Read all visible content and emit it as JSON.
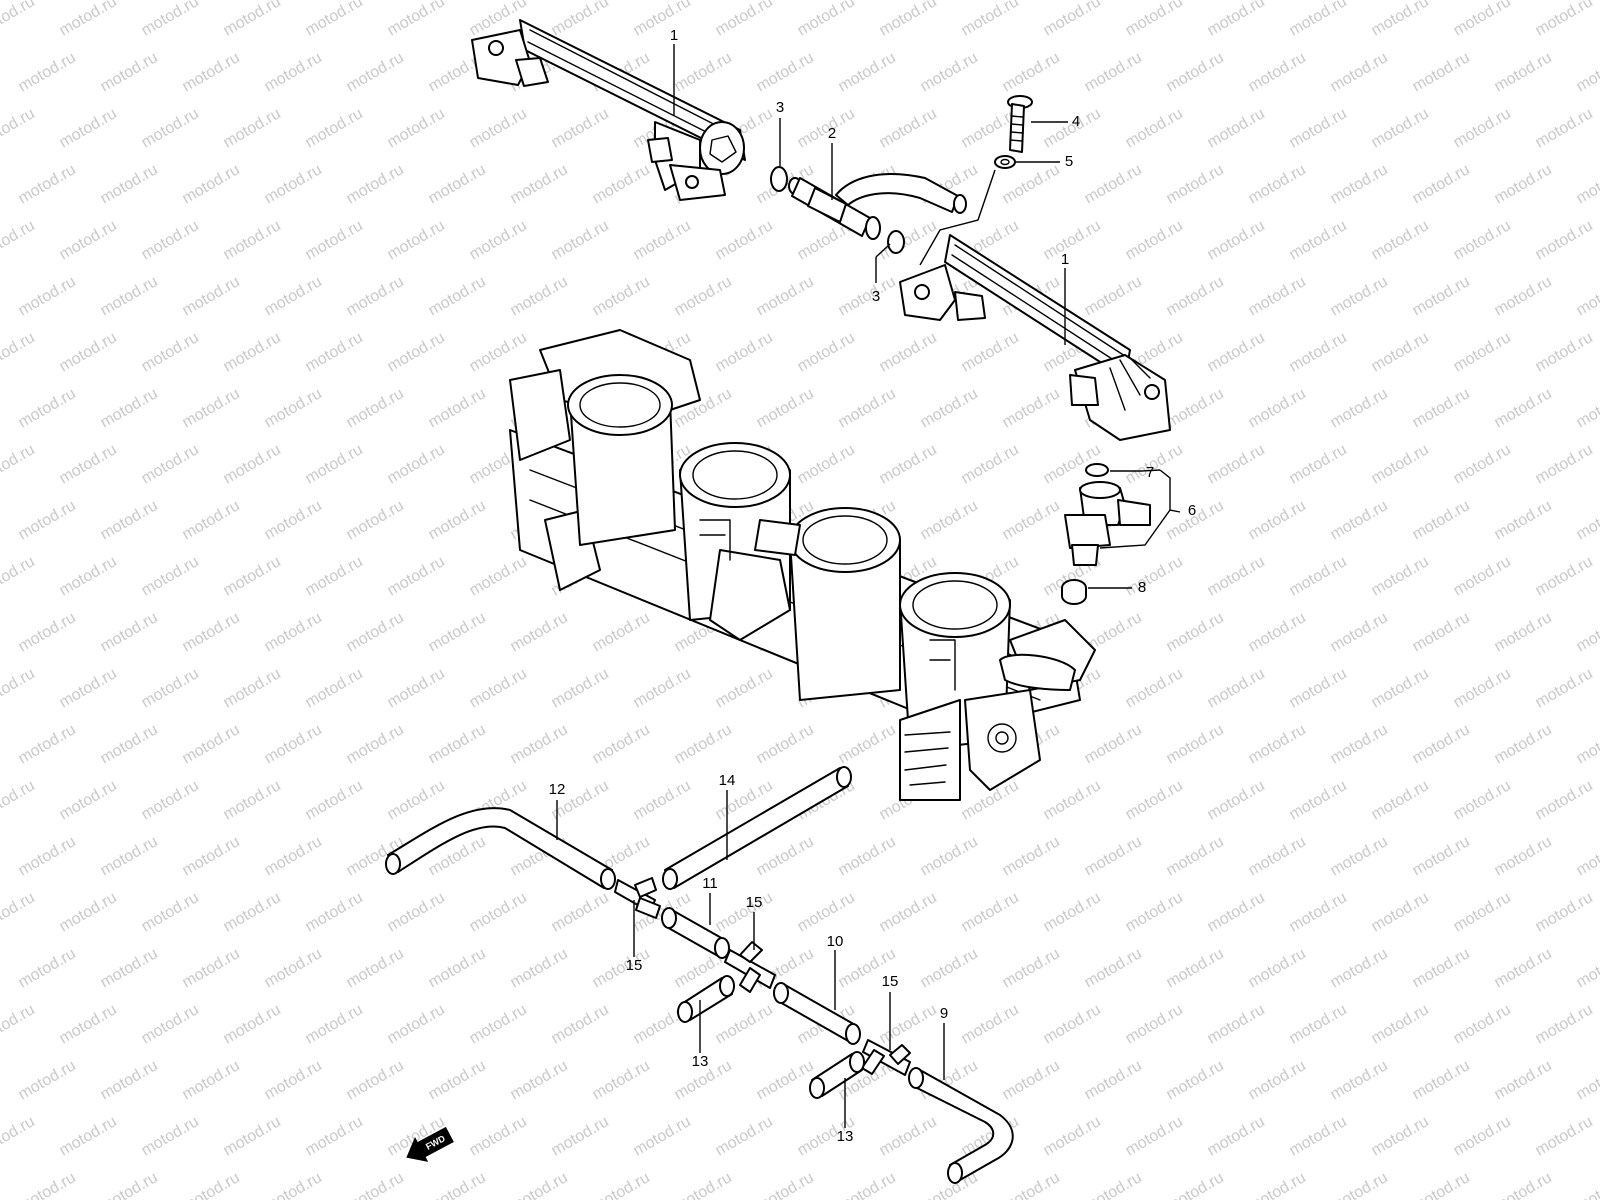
{
  "watermark": {
    "text": "motod.ru"
  },
  "callouts": [
    {
      "id": "rail-upper",
      "label": "1"
    },
    {
      "id": "rail-lower",
      "label": "1"
    },
    {
      "id": "joint-pipe",
      "label": "2"
    },
    {
      "id": "oring-upper",
      "label": "3"
    },
    {
      "id": "oring-lower",
      "label": "3"
    },
    {
      "id": "bolt",
      "label": "4"
    },
    {
      "id": "washer",
      "label": "5"
    },
    {
      "id": "injector-set",
      "label": "6"
    },
    {
      "id": "injector-oring",
      "label": "7"
    },
    {
      "id": "cushion",
      "label": "8"
    },
    {
      "id": "hose-9",
      "label": "9"
    },
    {
      "id": "hose-10",
      "label": "10"
    },
    {
      "id": "hose-11",
      "label": "11"
    },
    {
      "id": "hose-12",
      "label": "12"
    },
    {
      "id": "hose-13-left",
      "label": "13"
    },
    {
      "id": "hose-13-right",
      "label": "13"
    },
    {
      "id": "hose-14",
      "label": "14"
    },
    {
      "id": "tee-left",
      "label": "15"
    },
    {
      "id": "tee-middle",
      "label": "15"
    },
    {
      "id": "tee-right",
      "label": "15"
    }
  ],
  "fwd": {
    "label": "FWD"
  }
}
